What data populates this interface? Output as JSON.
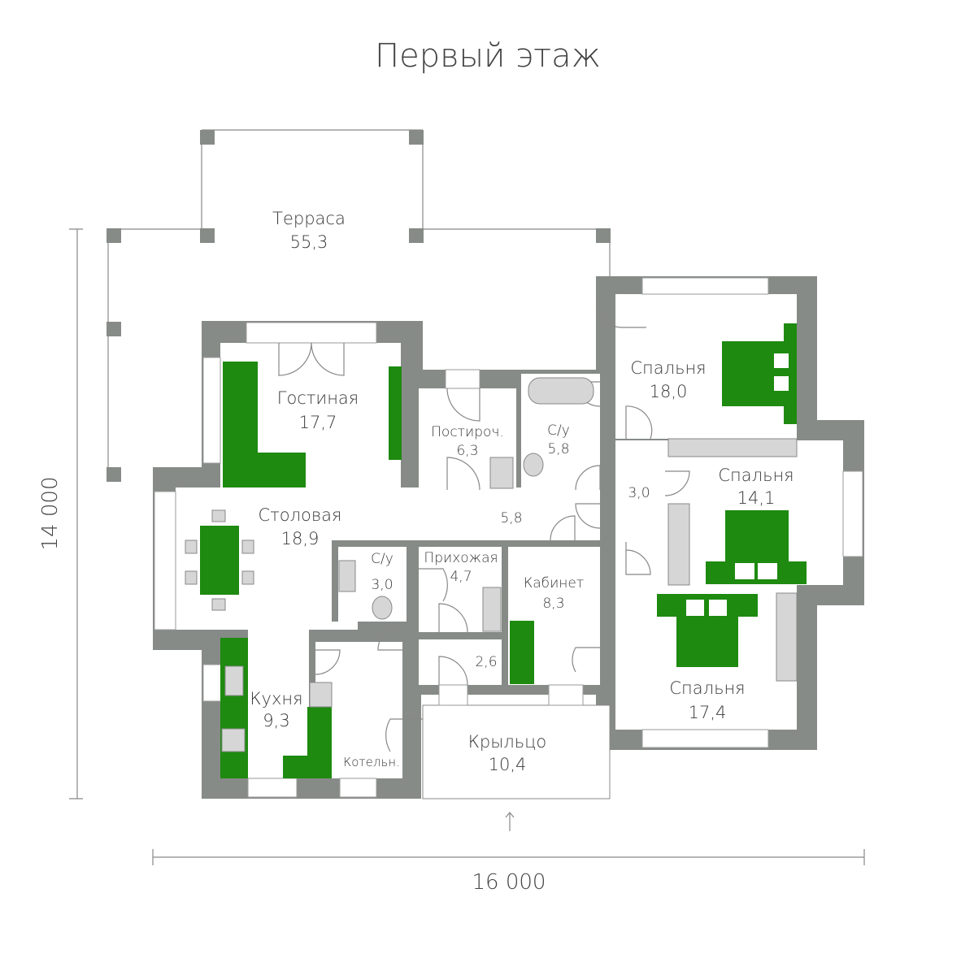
{
  "title": "Первый этаж",
  "dimensions": {
    "height": "14 000",
    "width": "16 000"
  },
  "rooms": {
    "terrace": {
      "name": "Терраса",
      "area": "55,3"
    },
    "living": {
      "name": "Гостиная",
      "area": "17,7"
    },
    "dining": {
      "name": "Столовая",
      "area": "18,9"
    },
    "laundry": {
      "name": "Постироч.",
      "area": "6,3"
    },
    "bath1": {
      "name": "С/у",
      "area": "5,8"
    },
    "hall": {
      "area": "5,8"
    },
    "corridor": {
      "area": "3,0"
    },
    "bedroom1": {
      "name": "Спальня",
      "area": "18,0"
    },
    "bedroom2": {
      "name": "Спальня",
      "area": "14,1"
    },
    "bedroom3": {
      "name": "Спальня",
      "area": "17,4"
    },
    "bath2": {
      "name": "С/у",
      "area": "3,0"
    },
    "entry": {
      "name": "Прихожая",
      "area": "4,7"
    },
    "vestibule": {
      "area": "2,6"
    },
    "office": {
      "name": "Кабинет",
      "area": "8,3"
    },
    "kitchen": {
      "name": "Кухня",
      "area": "9,3"
    },
    "boiler": {
      "name": "Котельн."
    },
    "porch": {
      "name": "Крыльцо",
      "area": "10,4"
    }
  },
  "colors": {
    "wall": "#868b87",
    "furniture": "#1e8a10"
  }
}
